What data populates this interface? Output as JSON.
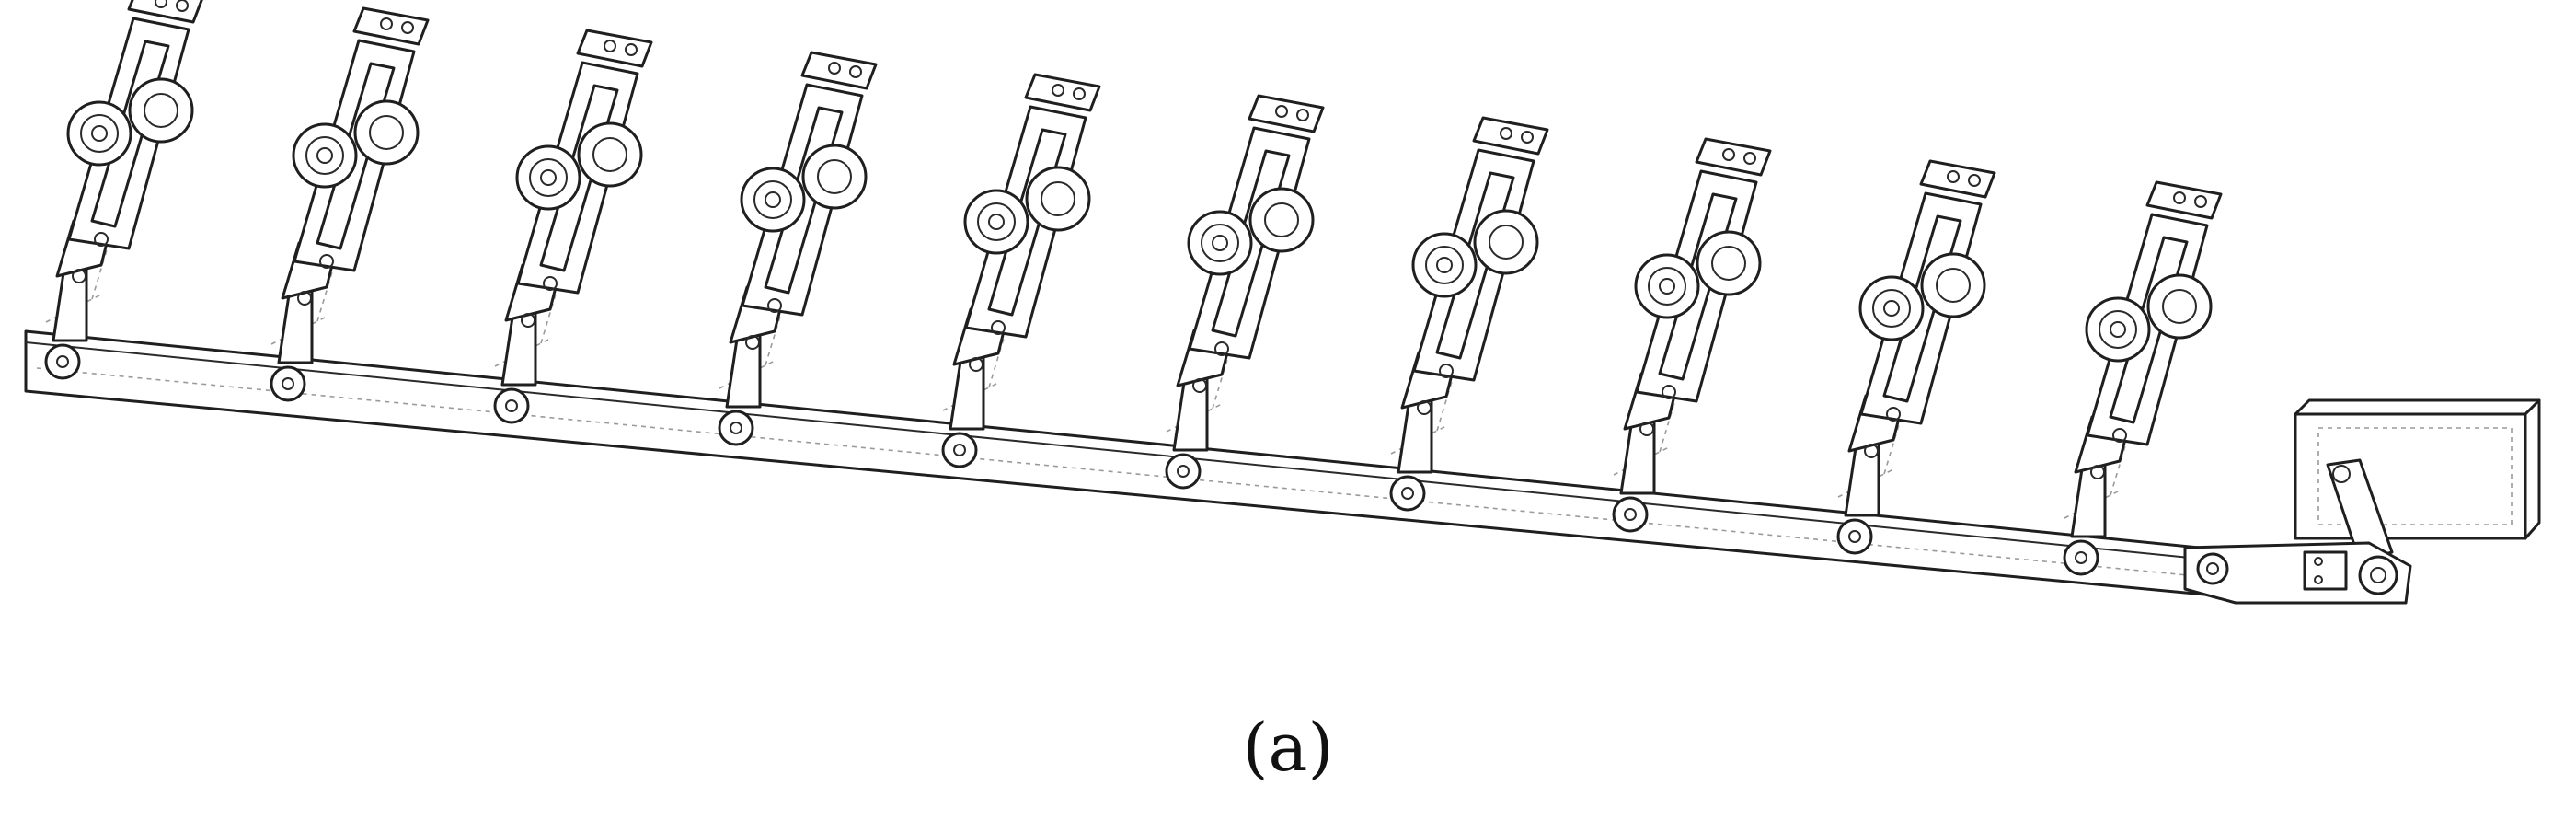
{
  "figure": {
    "caption": "(a)",
    "components": {
      "rail": "rail",
      "finger": "finger-unit",
      "finger_count": 10,
      "actuator": "actuator-box"
    },
    "colors": {
      "line": "#1f1f1f",
      "hidden_line": "#9a9a9a",
      "background": "#ffffff"
    }
  }
}
